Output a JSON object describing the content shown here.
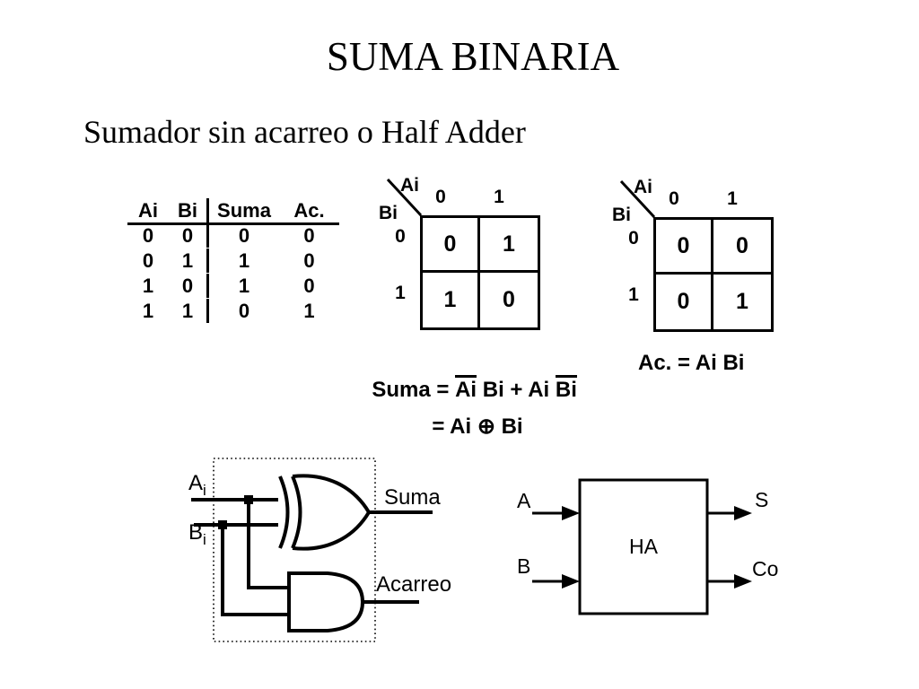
{
  "slide": {
    "title": "SUMA BINARIA",
    "subtitle": "Sumador sin acarreo o Half Adder"
  },
  "colors": {
    "foreground": "#000000",
    "background": "#ffffff"
  },
  "truth_table": {
    "headers": [
      "Ai",
      "Bi",
      "Suma",
      "Ac."
    ],
    "rows": [
      [
        "0",
        "0",
        "0",
        "0"
      ],
      [
        "0",
        "1",
        "1",
        "0"
      ],
      [
        "1",
        "0",
        "1",
        "0"
      ],
      [
        "1",
        "1",
        "0",
        "1"
      ]
    ]
  },
  "kmap_suma": {
    "var_top": "Ai",
    "var_side": "Bi",
    "col_labels": [
      "0",
      "1"
    ],
    "row_labels": [
      "0",
      "1"
    ],
    "cells": [
      [
        "0",
        "1"
      ],
      [
        "1",
        "0"
      ]
    ]
  },
  "kmap_ac": {
    "var_top": "Ai",
    "var_side": "Bi",
    "col_labels": [
      "0",
      "1"
    ],
    "row_labels": [
      "0",
      "1"
    ],
    "cells": [
      [
        "0",
        "0"
      ],
      [
        "0",
        "1"
      ]
    ]
  },
  "equations": {
    "suma": {
      "lhs": "Suma = ",
      "term1_bar": "Ai",
      "mid": " Bi + Ai ",
      "term2_bar": "Bi"
    },
    "suma_alt": {
      "pre": "= Ai ",
      "xor_symbol": "⊕",
      "post": " Bi"
    },
    "ac": "Ac. = Ai Bi"
  },
  "gate_circuit": {
    "input_a": {
      "main": "A",
      "sub": "i"
    },
    "input_b": {
      "main": "B",
      "sub": "i"
    },
    "output_suma": "Suma",
    "output_acarreo": "Acarreo"
  },
  "block_diagram": {
    "label": "HA",
    "input_a": "A",
    "input_b": "B",
    "output_s": "S",
    "output_co": "Co"
  }
}
